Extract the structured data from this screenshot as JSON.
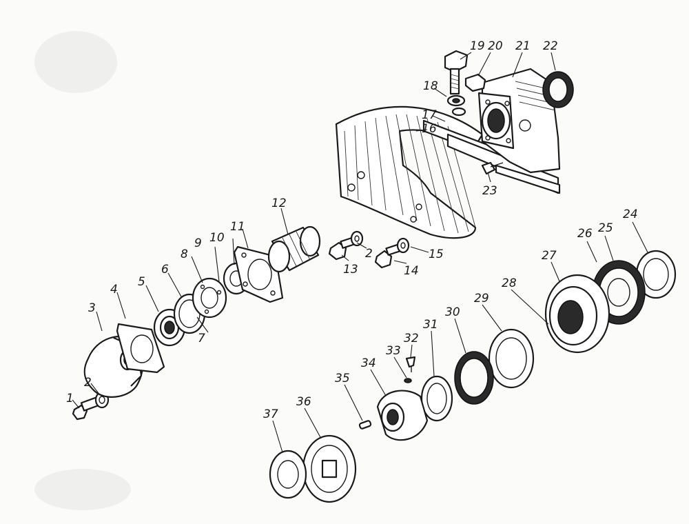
{
  "labels": [
    "1",
    "2",
    "3",
    "4",
    "5",
    "6",
    "7",
    "8",
    "9",
    "10",
    "11",
    "12",
    "2",
    "13",
    "14",
    "15",
    "16",
    "17",
    "18",
    "19",
    "20",
    "21",
    "22",
    "23",
    "24",
    "25",
    "26",
    "27",
    "28",
    "29",
    "30",
    "31",
    "32",
    "33",
    "34",
    "35",
    "36",
    "37"
  ]
}
